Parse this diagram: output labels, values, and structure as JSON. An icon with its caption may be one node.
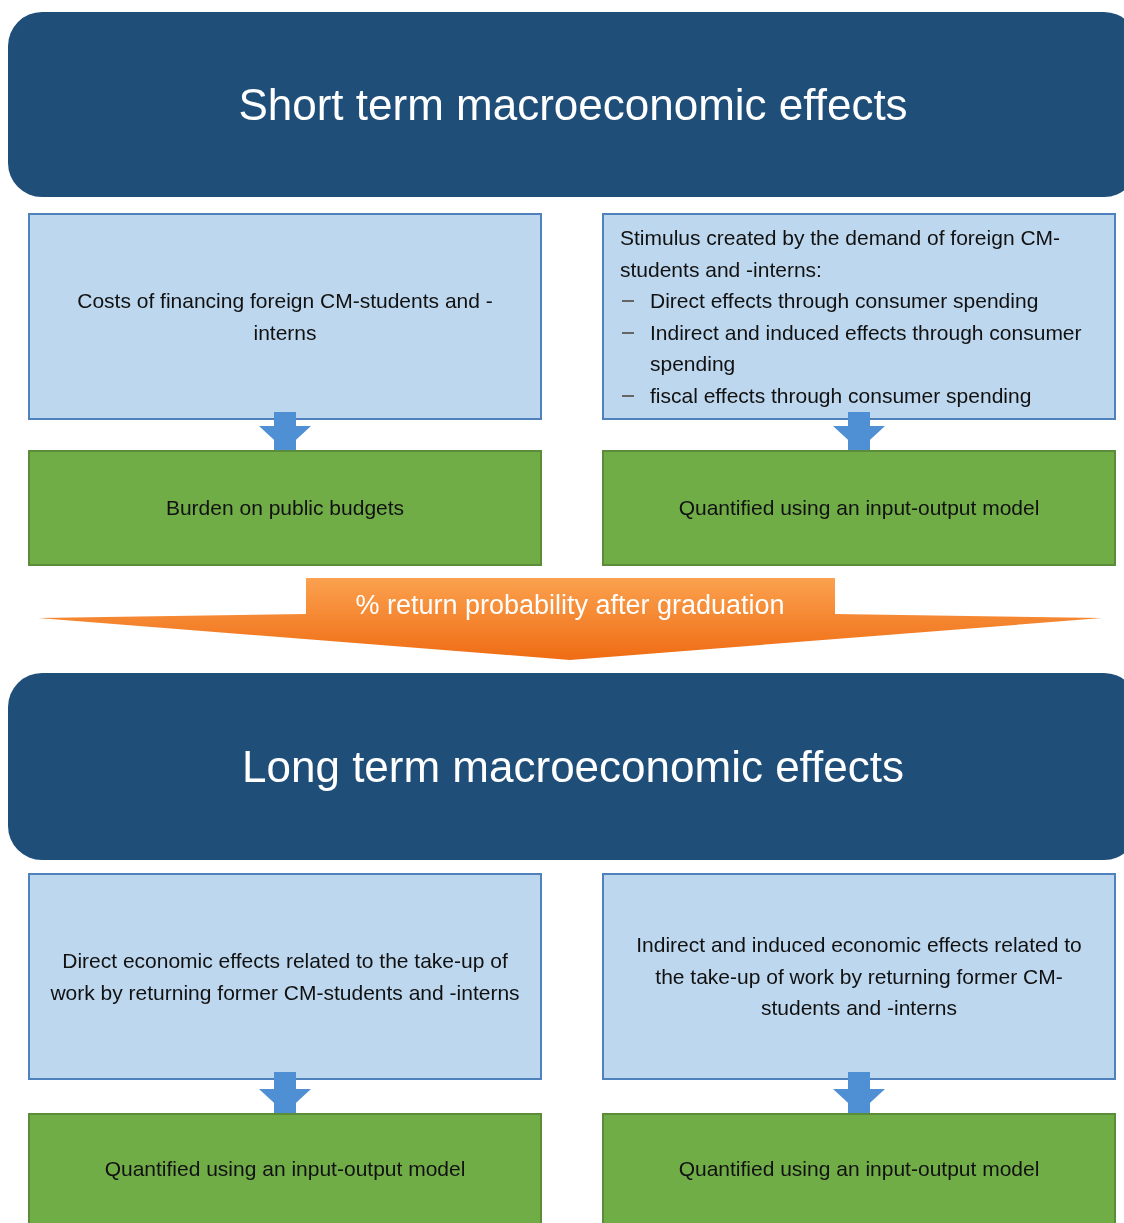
{
  "diagram": {
    "nodes": [
      {
        "text": [
          "Short term macroeconomic effects"
        ]
      },
      {
        "text": [
          "Costs of financing foreign CM-students and -interns"
        ]
      },
      {
        "text": [
          "Stimulus created by the demand of foreign CM-students and -interns:",
          "Direct effects through consumer spending",
          "Indirect and induced effects through consumer spending",
          "fiscal effects through consumer spending"
        ]
      },
      {
        "text": [
          "Burden on public budgets"
        ]
      },
      {
        "text": [
          "Quantified using an input-output model"
        ]
      },
      {
        "text": [
          "% return probability after graduation"
        ]
      },
      {
        "text": [
          "Long term macroeconomic effects"
        ]
      },
      {
        "text": [
          "Direct economic effects related to the take-up of work by returning former CM-students and -interns"
        ]
      },
      {
        "text": [
          "Indirect and induced economic effects related to the take-up of work by returning former CM-students and -interns"
        ]
      },
      {
        "text": [
          "Quantified using an input-output model"
        ]
      },
      {
        "text": [
          "Quantified using an input-output model"
        ]
      }
    ],
    "edges": [
      {
        "from": 1,
        "to": 3,
        "arrow": "to"
      },
      {
        "from": 2,
        "to": 4,
        "arrow": "to"
      },
      {
        "from": 7,
        "to": 9,
        "arrow": "to"
      },
      {
        "from": 8,
        "to": 10,
        "arrow": "to"
      }
    ]
  }
}
